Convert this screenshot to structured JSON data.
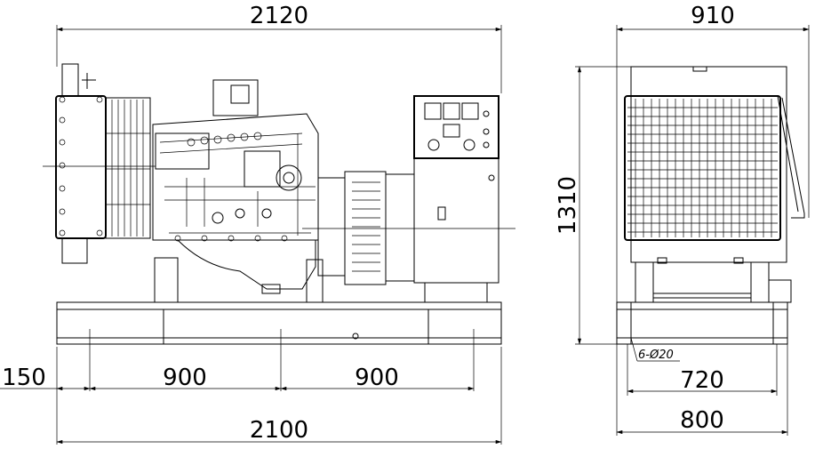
{
  "dimensions": {
    "overall_length": "2120",
    "overall_width": "910",
    "height": "1310",
    "end_offset": "150",
    "mount_spacing_1": "900",
    "mount_spacing_2": "900",
    "base_length": "2100",
    "hole_note": "6-Ø20",
    "mount_width": "720",
    "base_width": "800"
  }
}
